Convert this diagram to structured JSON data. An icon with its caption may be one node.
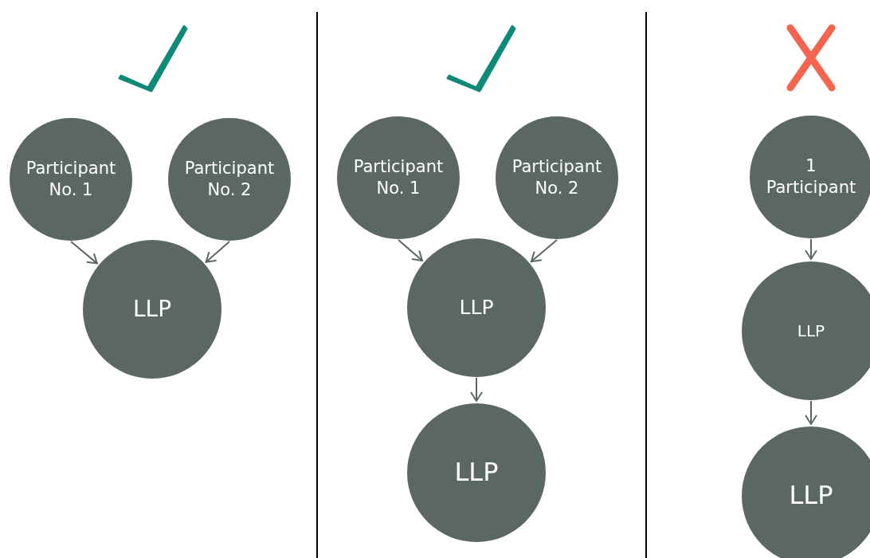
{
  "diagram": {
    "nodes": [
      {
        "text": [
          "Participant No. 1"
        ]
      },
      {
        "text": [
          "Participant No. 2"
        ]
      },
      {
        "text": [
          "LLP"
        ]
      },
      {
        "text": [
          "Participant No. 1"
        ]
      },
      {
        "text": [
          "Participant No. 2"
        ]
      },
      {
        "text": [
          "LLP"
        ]
      },
      {
        "text": [
          "LLP"
        ]
      },
      {
        "text": [
          "1 Participant"
        ]
      },
      {
        "text": [
          "LLP"
        ]
      },
      {
        "text": [
          "LLP"
        ]
      }
    ],
    "edges": [
      {
        "from": 0,
        "to": 2,
        "arrow": "to"
      },
      {
        "from": 1,
        "to": 2,
        "arrow": "to"
      },
      {
        "from": 3,
        "to": 5,
        "arrow": "to"
      },
      {
        "from": 4,
        "to": 5,
        "arrow": "to"
      },
      {
        "from": 5,
        "to": 6,
        "arrow": "to"
      },
      {
        "from": 7,
        "to": 8,
        "arrow": "to"
      },
      {
        "from": 8,
        "to": 9,
        "arrow": "to"
      }
    ]
  }
}
